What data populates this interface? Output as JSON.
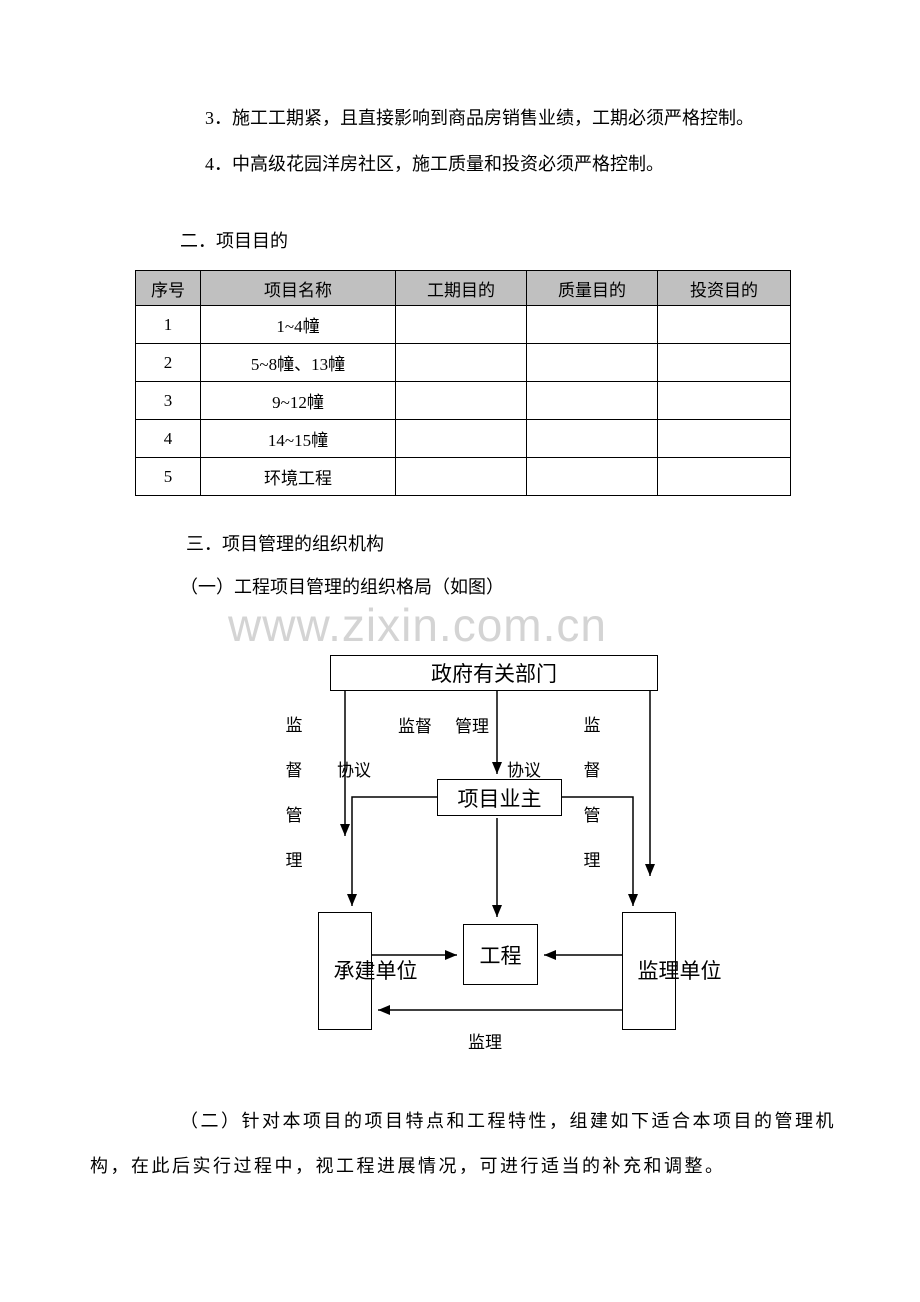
{
  "page": {
    "watermark": "www.zixin.com.cn"
  },
  "intro": {
    "item3": "3．施工工期紧，且直接影响到商品房销售业绩，工期必须严格控制。",
    "item4": "4．中高级花园洋房社区，施工质量和投资必须严格控制。"
  },
  "section2": {
    "title": "二．项目目的",
    "table": {
      "headers": [
        "序号",
        "项目名称",
        "工期目的",
        "质量目的",
        "投资目的"
      ],
      "rows": [
        [
          "1",
          "1~4幢",
          "",
          "",
          ""
        ],
        [
          "2",
          "5~8幢、13幢",
          "",
          "",
          ""
        ],
        [
          "3",
          "9~12幢",
          "",
          "",
          ""
        ],
        [
          "4",
          "14~15幢",
          "",
          "",
          ""
        ],
        [
          "5",
          "环境工程",
          "",
          "",
          ""
        ]
      ]
    }
  },
  "section3": {
    "title": "三．项目管理的组织机构",
    "subtitle": "（一）工程项目管理的组织格局（如图）",
    "diagram": {
      "government": "政府有关部门",
      "owner": "项目业主",
      "contractor": "承建单位",
      "project": "工程",
      "supervisor": "监理单位",
      "left_label": "监督管理",
      "right_label": "监督管理",
      "supervise": "监督",
      "manage": "管理",
      "agreement_left": "协议",
      "agreement_center": "协议",
      "bottom_label": "监理"
    },
    "closing_line1": "（二）针对本项目的项目特点和工程特性，组建如下适合本项目的管理机",
    "closing_line2": "构，在此后实行过程中，视工程进展情况，可进行适当的补充和调整。"
  },
  "colors": {
    "table_header_bg": "#c0c0c0",
    "watermark_color": "#d4d4d4",
    "line_color": "#000000"
  }
}
